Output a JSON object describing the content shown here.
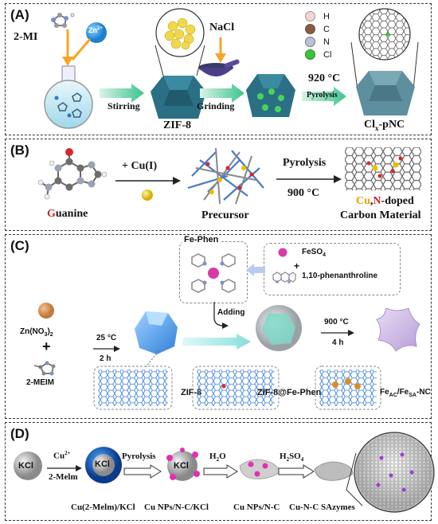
{
  "panels": {
    "A": {
      "label": "(A)",
      "reagent_2mi": "2-MI",
      "zn": "Zn",
      "zn_sup": "2+",
      "stirring": "Stirring",
      "zif8": "ZIF-8",
      "nacl": "NaCl",
      "grinding": "Grinding",
      "temp": "920 °C",
      "pyrolysis": "Pyrolysis",
      "product_main": "Cl",
      "product_sub": "x",
      "product_rest": "-pNC",
      "legend": [
        {
          "label": "H",
          "color": "#f2d6d6"
        },
        {
          "label": "C",
          "color": "#8a5a3c"
        },
        {
          "label": "N",
          "color": "#b8c2d8"
        },
        {
          "label": "Cl",
          "color": "#39c43b"
        }
      ]
    },
    "B": {
      "label": "(B)",
      "reagent": "+ Cu(I)",
      "guanine_first": "G",
      "guanine_rest": "uanine",
      "precursor": "Precursor",
      "pyrolysis": "Pyrolysis",
      "temp": "900 °C",
      "product_cu": "Cu",
      "product_comma": ",",
      "product_n": "N",
      "product_rest": "-doped",
      "product_line2": "Carbon Material"
    },
    "C": {
      "label": "(C)",
      "fephen": "Fe-Phen",
      "feso4": "FeSO",
      "feso4_sub": "4",
      "plus": "+",
      "phen": "1,10-phenanthroline",
      "zn_no3_main": "Zn(NO",
      "zn_no3_sub1": "3",
      "zn_no3_close": ")",
      "zn_no3_sub2": "2",
      "plus2": "+",
      "meim": "2-MEIM",
      "temp1": "25 °C",
      "time1": "2 h",
      "adding": "Adding",
      "zif8": "ZIF-8",
      "zif8fe": "ZIF-8@Fe-Phen",
      "temp2": "900 °C",
      "time2": "4 h",
      "product_1": "Fe",
      "product_1_sub": "AC",
      "product_slash": "/Fe",
      "product_2_sub": "SA",
      "product_rest": "-NC"
    },
    "D": {
      "label": "(D)",
      "kcl": "KCl",
      "cu": "Cu",
      "cu_sup": "2+",
      "melm": "2-Melm",
      "pyrolysis": "Pyrolysis",
      "h2o_main": "H",
      "h2o_sub": "2",
      "h2o_rest": "O",
      "h2so4_main": "H",
      "h2so4_sub": "2",
      "h2so4_mid": "SO",
      "h2so4_sub2": "4",
      "cap1": "Cu(2-Melm)/KCl",
      "cap2": "Cu NPs/N-C/KCl",
      "cap3": "Cu NPs/N-C",
      "cap4": "Cu-N-C SAzymes"
    }
  }
}
